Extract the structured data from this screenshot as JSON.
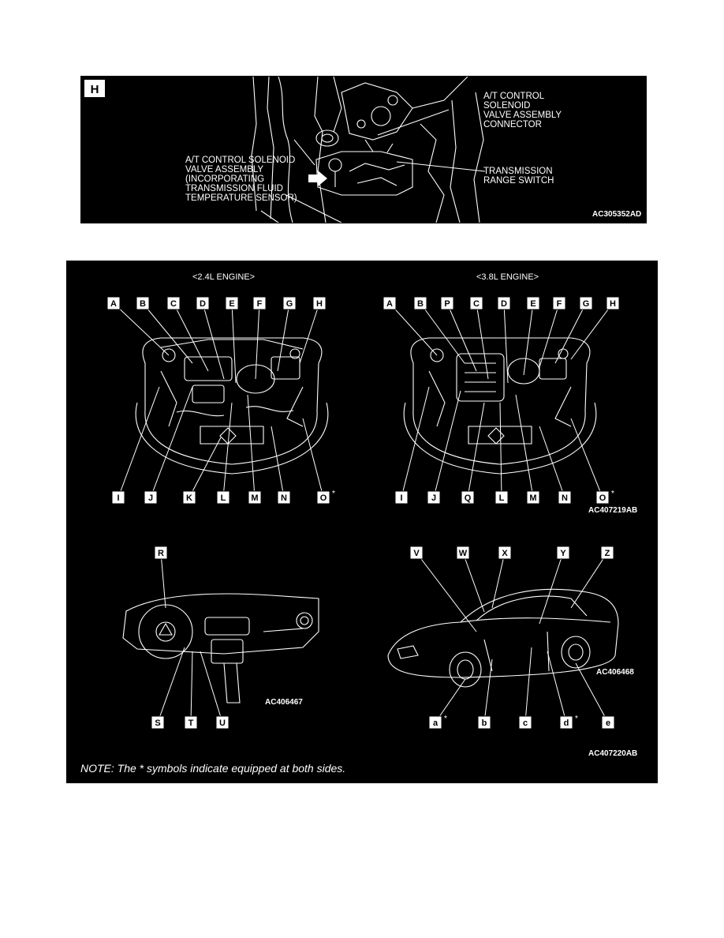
{
  "panel_h": {
    "tag": "H",
    "labels": {
      "solenoid_connector": [
        "A/T CONTROL",
        "SOLENOID",
        "VALVE ASSEMBLY",
        "CONNECTOR"
      ],
      "solenoid_assembly": [
        "A/T CONTROL SOLENOID",
        "VALVE ASSEMBLY",
        "(INCORPORATING",
        "TRANSMISSION FLUID",
        "TEMPERATURE SENSOR)"
      ],
      "range_switch": [
        "TRANSMISSION",
        "RANGE SWITCH"
      ]
    },
    "code": "AC305352AD"
  },
  "engine_24": {
    "title": "<2.4L ENGINE>",
    "top": [
      "A",
      "B",
      "C",
      "D",
      "E",
      "F",
      "G",
      "H"
    ],
    "bottom": [
      "I",
      "J",
      "K",
      "L",
      "M",
      "N",
      "O"
    ],
    "star_on": "O"
  },
  "engine_38": {
    "title": "<3.8L ENGINE>",
    "top": [
      "A",
      "B",
      "P",
      "C",
      "D",
      "E",
      "F",
      "G",
      "H"
    ],
    "bottom": [
      "I",
      "J",
      "Q",
      "L",
      "M",
      "N",
      "O"
    ],
    "star_on": "O"
  },
  "engine_code": "AC407219AB",
  "dashboard": {
    "top": [
      "R"
    ],
    "bottom": [
      "S",
      "T",
      "U"
    ],
    "code": "AC406467"
  },
  "car": {
    "top": [
      "V",
      "W",
      "X",
      "Y",
      "Z"
    ],
    "bottom": [
      "a",
      "b",
      "c",
      "d",
      "e"
    ],
    "stars_on": [
      "a",
      "d"
    ],
    "code": "AC406468"
  },
  "bottom_code": "AC407220AB",
  "note": "NOTE: The * symbols indicate equipped at both sides.",
  "star": "*"
}
